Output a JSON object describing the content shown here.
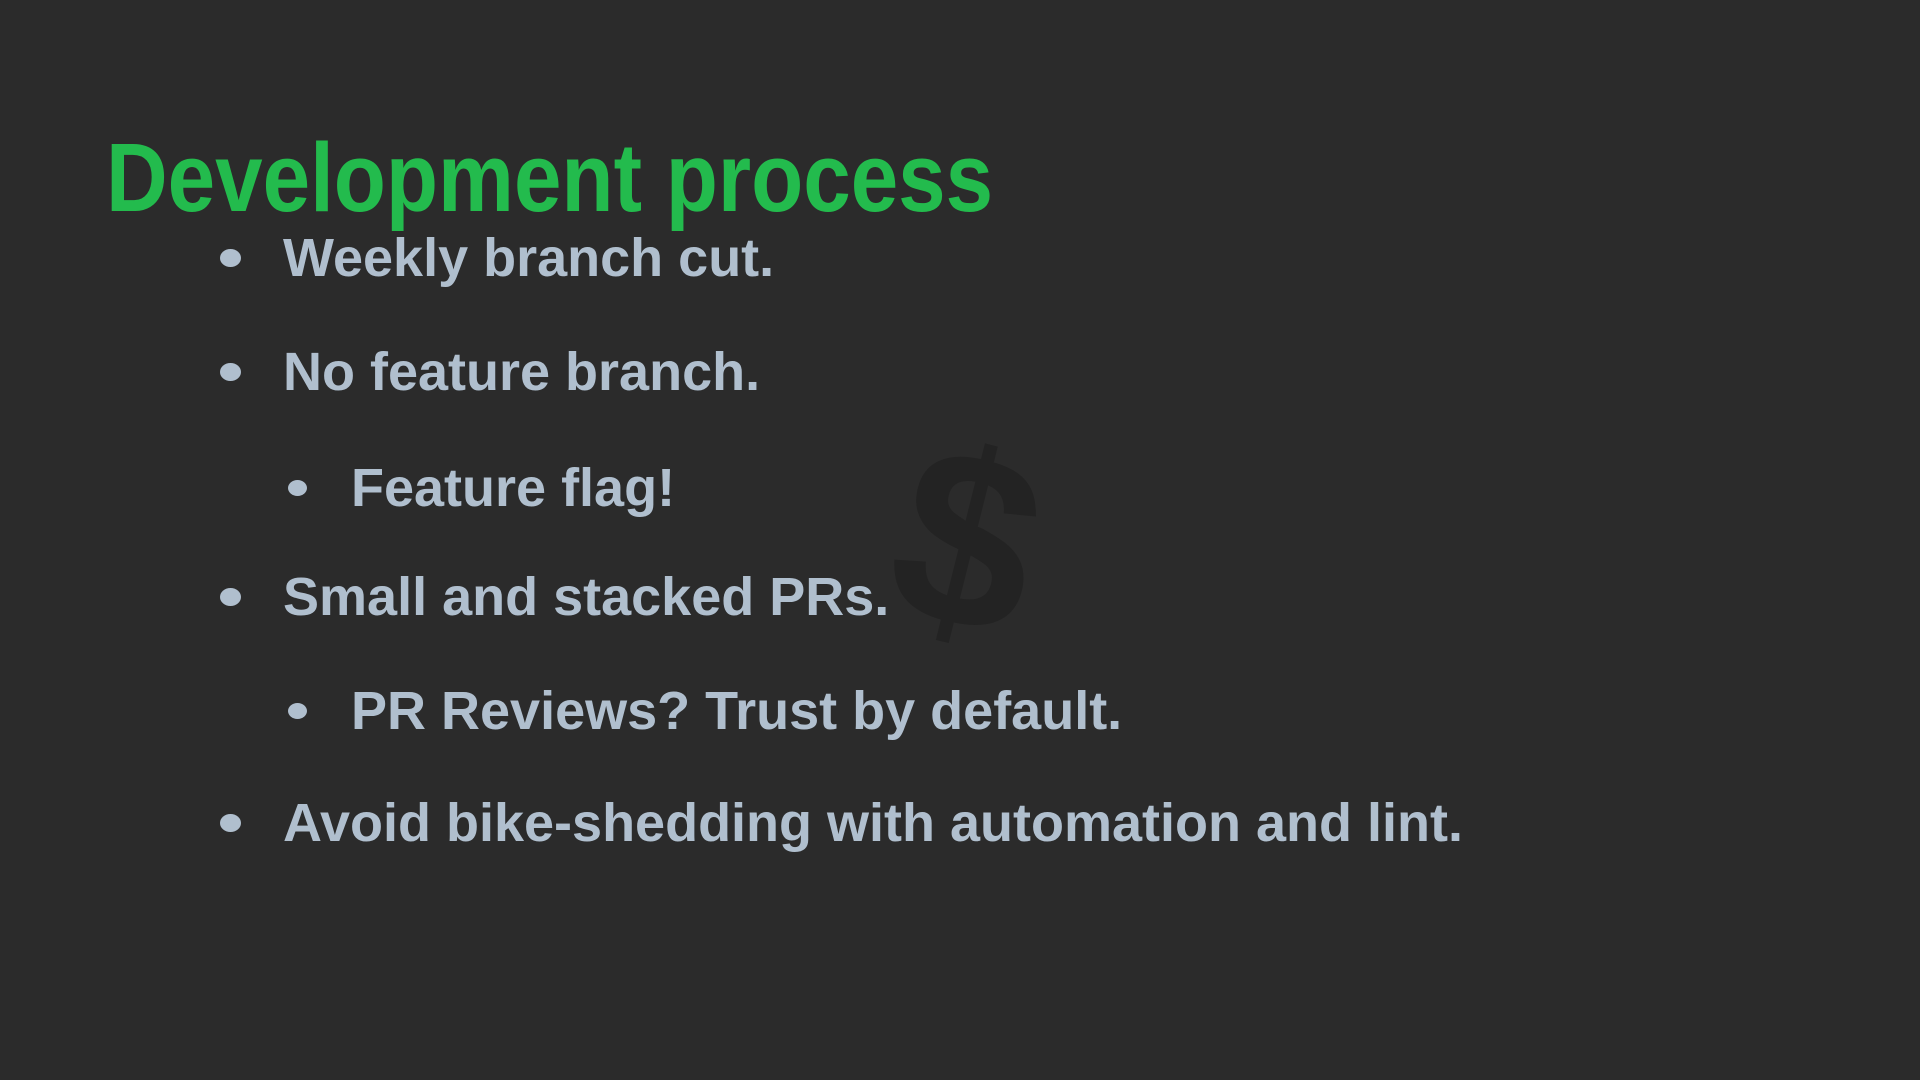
{
  "slide": {
    "title": "Development process",
    "bullets": [
      {
        "level": 1,
        "text": "Weekly branch cut."
      },
      {
        "level": 1,
        "text": "No feature branch."
      },
      {
        "level": 2,
        "text": "Feature flag!"
      },
      {
        "level": 1,
        "text": "Small and stacked PRs."
      },
      {
        "level": 2,
        "text": "PR Reviews? Trust by default."
      },
      {
        "level": 1,
        "text": "Avoid bike-shedding with automation and lint."
      }
    ],
    "watermark_symbol": "$",
    "colors": {
      "background": "#2b2b2b",
      "title_accent": "#23bb4d",
      "bullet_text": "#b0bfce",
      "watermark": "#232323"
    }
  }
}
